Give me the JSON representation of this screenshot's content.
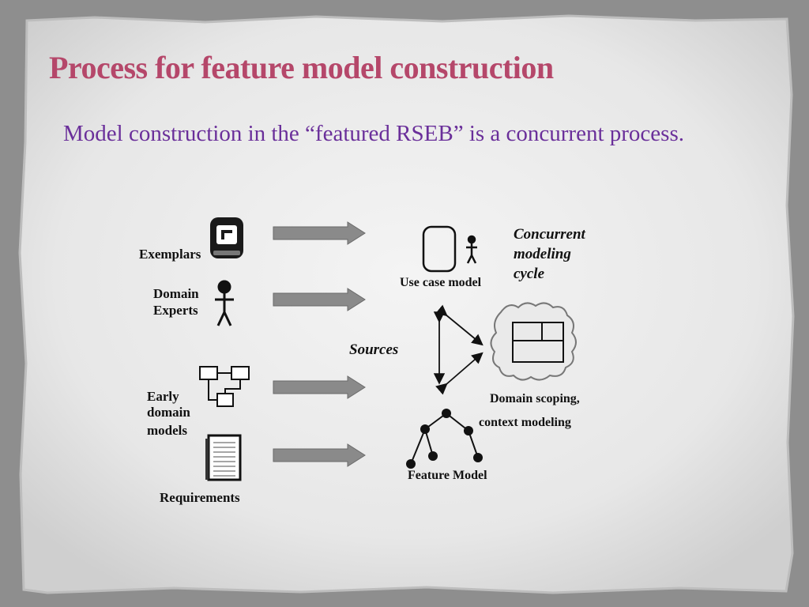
{
  "slide": {
    "title": "Process for feature model construction",
    "body": "Model construction in the “featured RSEB” is a concurrent process."
  },
  "diagram": {
    "sources_label": "Sources",
    "sources": [
      {
        "label": "Exemplars",
        "icon": "computer-icon"
      },
      {
        "label_line1": "Domain",
        "label_line2": "Experts",
        "icon": "person-icon"
      },
      {
        "label_line1": "Early",
        "label_line2": "domain",
        "label_line3": "models",
        "icon": "diagram-boxes-icon"
      },
      {
        "label": "Requirements",
        "icon": "document-icon"
      }
    ],
    "use_case_model": "Use case model",
    "cycle_line1": "Concurrent",
    "cycle_line2": "modeling",
    "cycle_line3": "cycle",
    "domain_scoping_line1": "Domain scoping,",
    "domain_scoping_line2": "context modeling",
    "feature_model": "Feature Model"
  },
  "colors": {
    "title": "#b5476a",
    "body": "#6a2f9a",
    "arrow": "#8a8a8a"
  }
}
